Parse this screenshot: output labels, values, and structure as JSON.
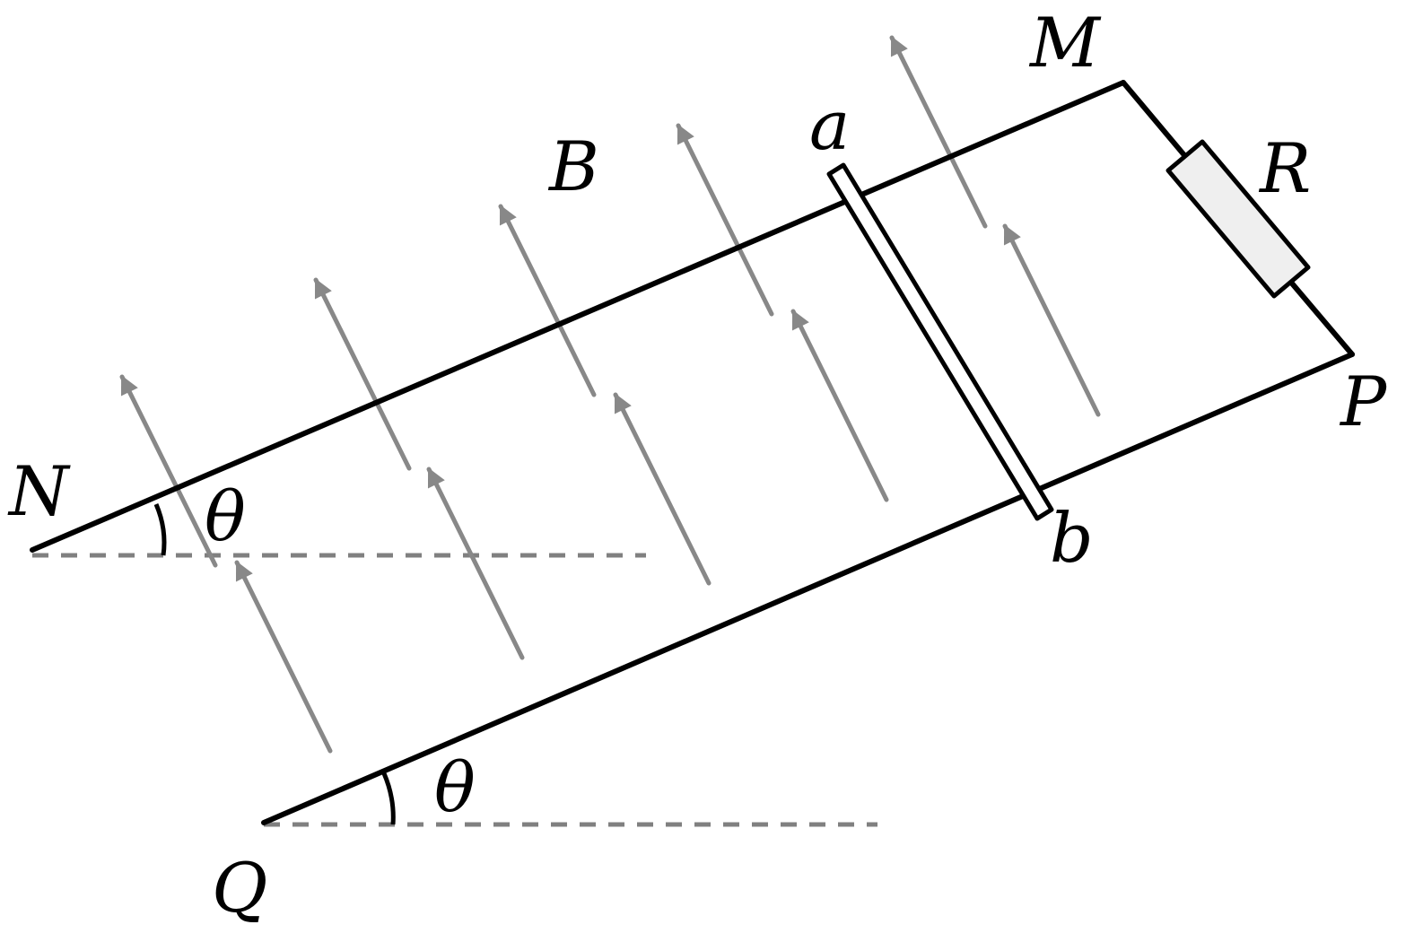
{
  "labels": {
    "M": "M",
    "N": "N",
    "P": "P",
    "Q": "Q",
    "R": "R",
    "B": "B",
    "a": "a",
    "b": "b",
    "theta_upper": "θ",
    "theta_lower": "θ"
  },
  "colors": {
    "rail": "#000000",
    "field_arrow": "#888888",
    "guide_line": "#808080",
    "resistor_fill": "#efefef"
  }
}
